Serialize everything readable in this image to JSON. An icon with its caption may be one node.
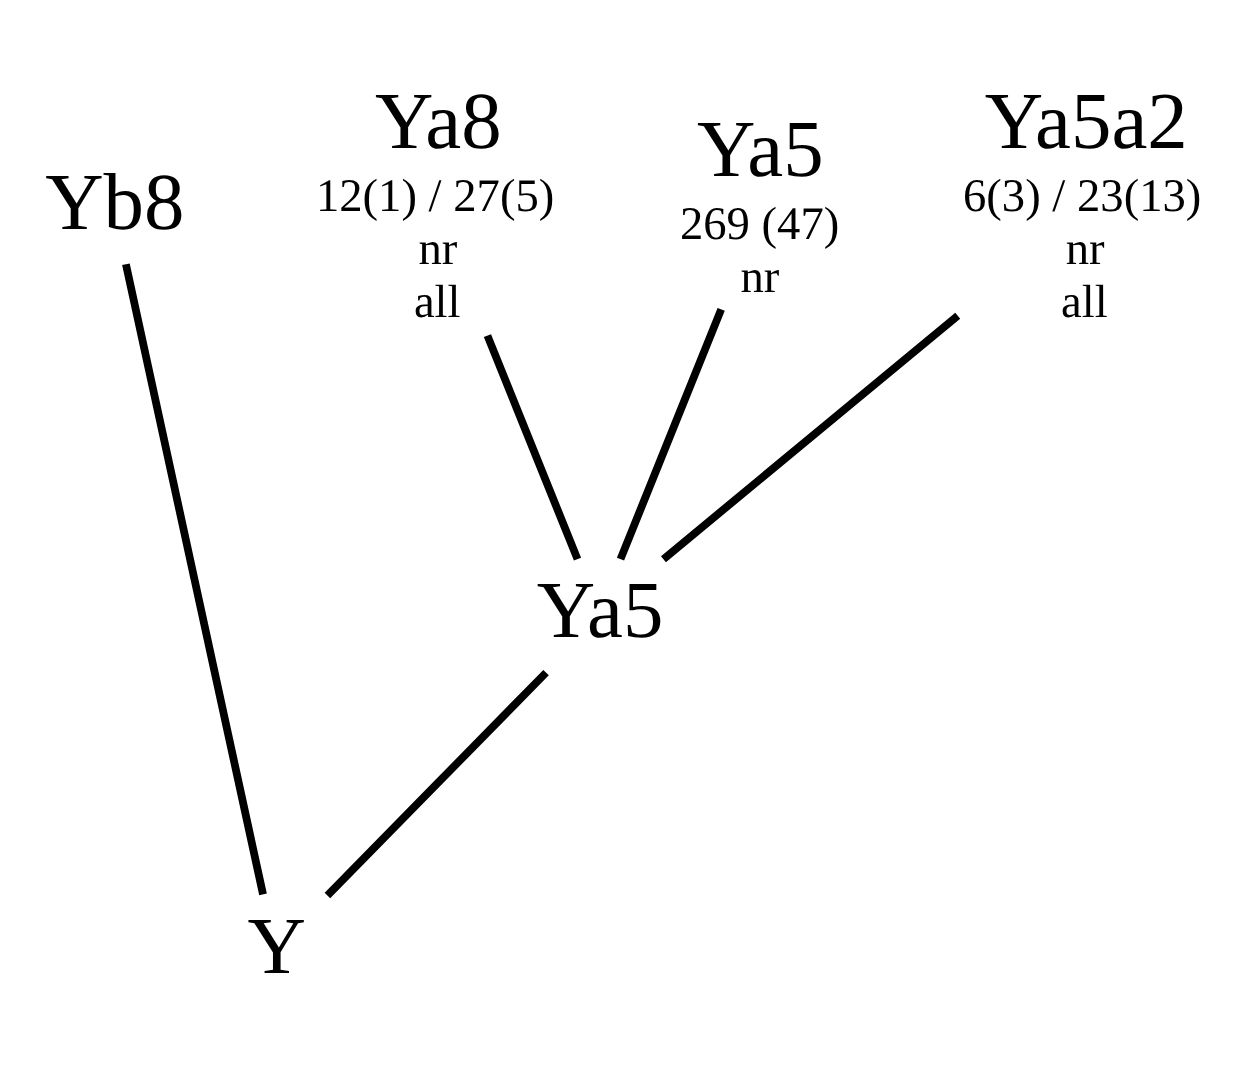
{
  "diagram": {
    "nodes": [
      {
        "text": [
          "Yb8"
        ]
      },
      {
        "text": [
          "Ya8"
        ],
        "beside": [
          "12(1) / 27(5)",
          "nr",
          "all"
        ]
      },
      {
        "text": [
          "Ya5"
        ],
        "beside": [
          "269 (47)",
          "nr"
        ]
      },
      {
        "text": [
          "Ya5a2"
        ],
        "beside": [
          "6(3) / 23(13)",
          "nr",
          "all"
        ]
      },
      {
        "text": [
          "Ya5"
        ]
      },
      {
        "text": [
          "Y"
        ]
      }
    ],
    "edges": [
      {
        "from": 5,
        "to": 0,
        "arrow": "none"
      },
      {
        "from": 5,
        "to": 4,
        "arrow": "none"
      },
      {
        "from": 4,
        "to": 1,
        "arrow": "none"
      },
      {
        "from": 4,
        "to": 2,
        "arrow": "none"
      },
      {
        "from": 4,
        "to": 3,
        "arrow": "none"
      }
    ]
  }
}
